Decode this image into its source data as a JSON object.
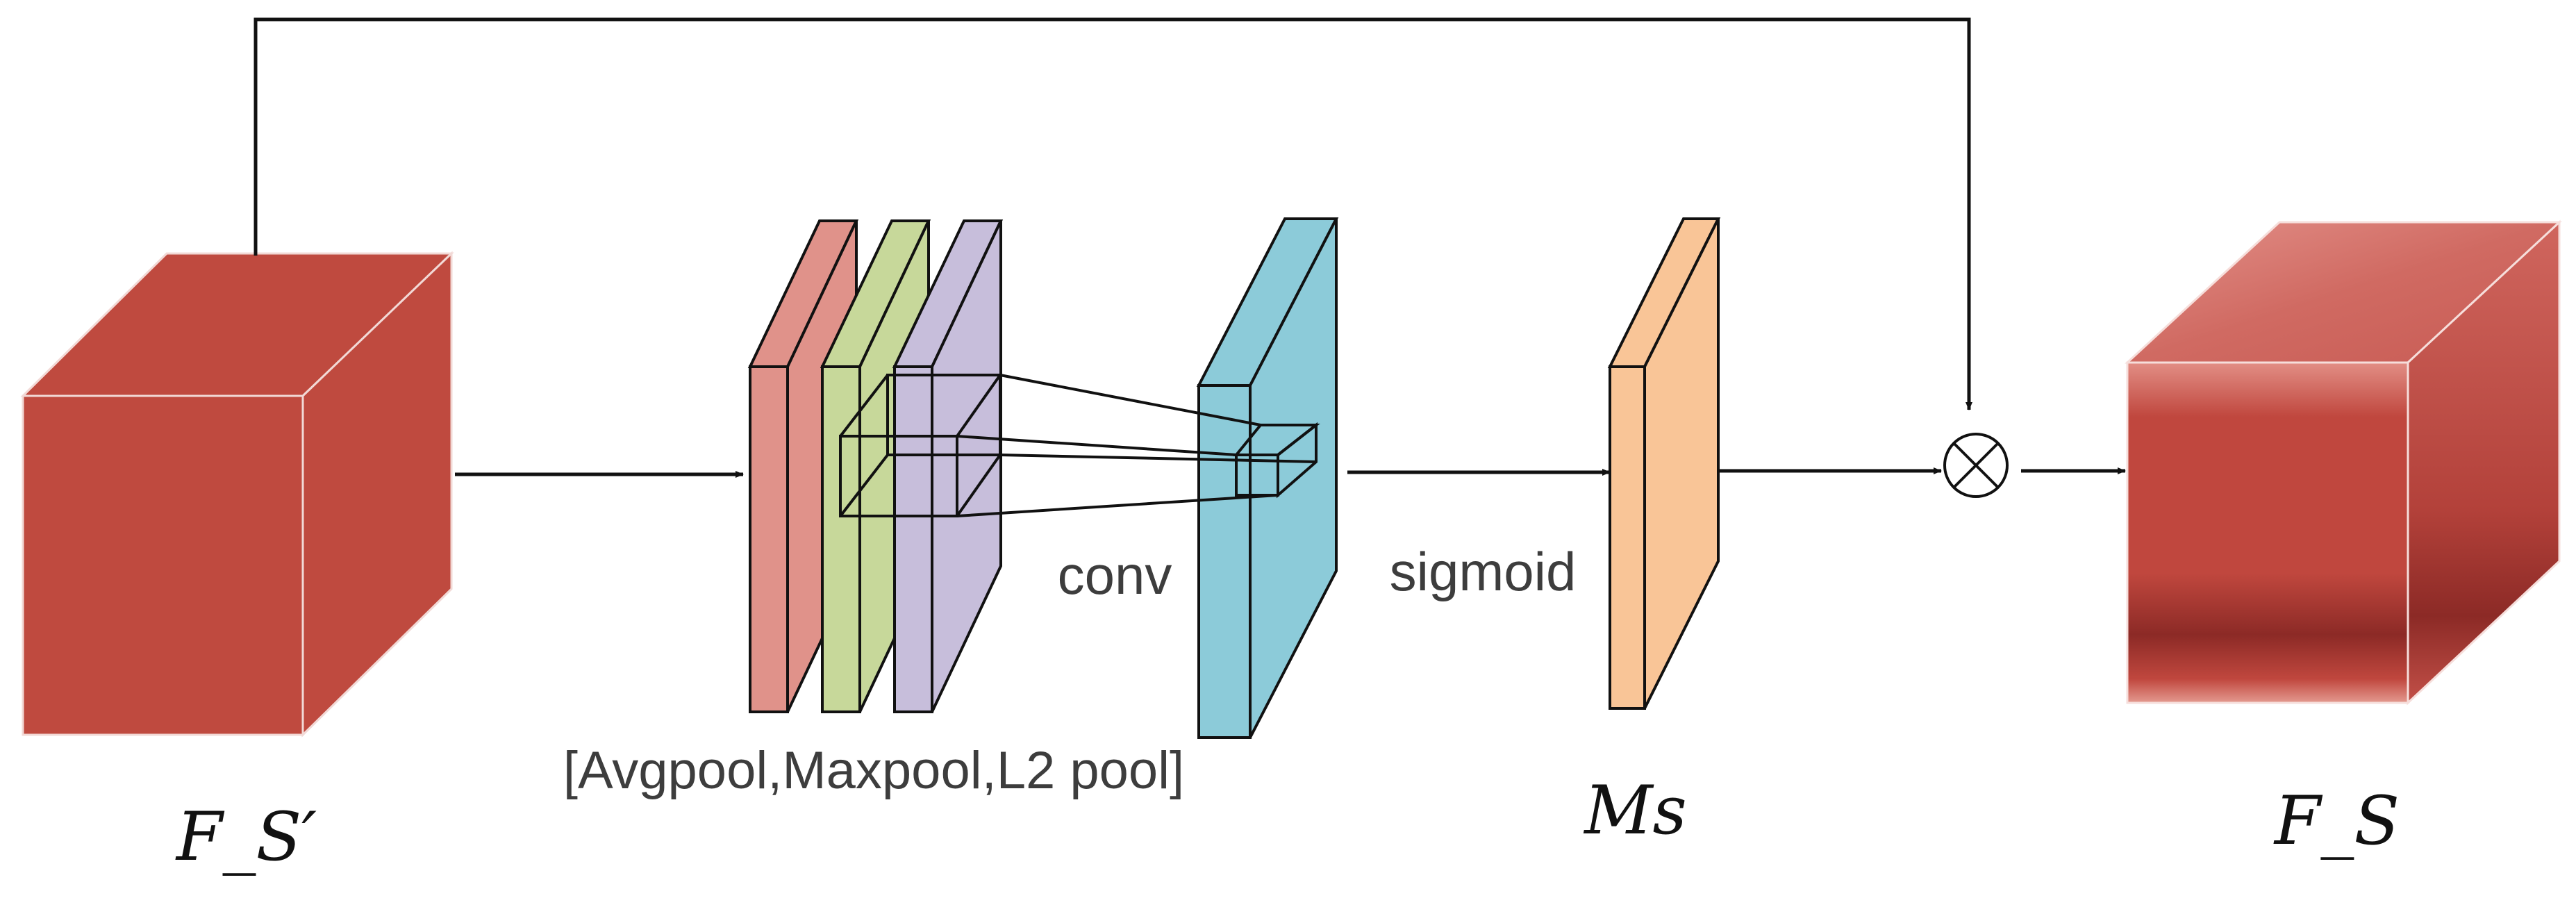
{
  "labels": {
    "input": "F_S′",
    "pool": "[Avgpool,Maxpool,L2 pool]",
    "conv": "conv",
    "sigmoid": "sigmoid",
    "mask": "Ms",
    "output": "F_S",
    "multiply": "⊗"
  },
  "colors": {
    "input_block": "#bf4a3f",
    "output_block": "#c0473e",
    "avgpool_map": "#e0928a",
    "maxpool_map": "#c7d89a",
    "l2pool_map": "#c7bedb",
    "conv_map": "#8ccbd9",
    "mask_map": "#f9c597"
  }
}
